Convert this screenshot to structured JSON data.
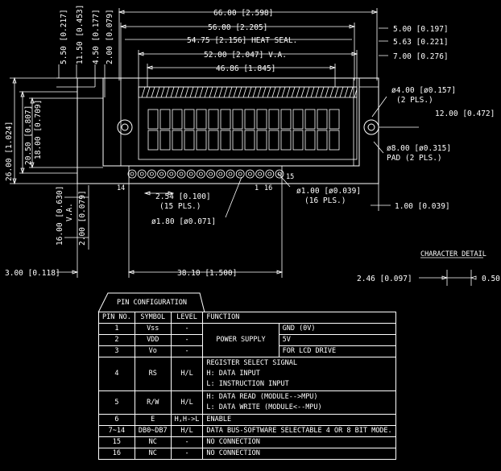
{
  "dims": {
    "overall_width": "66.00 [2.598]",
    "heat_seal_outer": "56.00 [2.205]",
    "heat_seal": "54.75 [2.156] HEAT SEAL.",
    "va_width": "52.00 [2.047] V.A.",
    "aa_width": "46.86 [1.845]",
    "left_550": "5.50 [0.217]",
    "left_1150": "11.50 [0.453]",
    "left_450": "4.50 [0.177]",
    "left_200": "2.00 [0.079]",
    "right_500": "5.00 [0.197]",
    "right_563": "5.63 [0.221]",
    "right_700": "7.00 [0.276]",
    "hole_dia": "ø4.00 [ø0.157]",
    "hole_pls": "(2 PLS.)",
    "right_1200": "12.00 [0.472]",
    "pad_dia": "ø8.00 [ø0.315]",
    "pad_pls": "PAD (2 PLS.)",
    "height_26": "26.00 [1.024]",
    "height_2050": "20.50 [0.807]",
    "height_18": "18.00 [0.709]",
    "pin14": "14",
    "pin1": "1",
    "pin16": "16",
    "pin15": "15",
    "pitch": "2.54 [0.100]",
    "pitch_pls": "(15 PLS.)",
    "pin_hole": "ø1.00 [ø0.039]",
    "pin_hole_pls": "(16 PLS.)",
    "pad_ring": "ø1.80 [ø0.071]",
    "pcb_thk": "1.00 [0.039]",
    "va_height": "16.00 [0.630]",
    "va_label": "V.A.",
    "va_offset": "2.00 [0.079]",
    "pin_start": "3.00 [0.118]",
    "pin_span": "38.10 [1.500]",
    "char_detail": "CHARACTER DETAIL",
    "char_w": "2.46 [0.097]",
    "char_gap": "0.50"
  },
  "pin_table": {
    "caption": "PIN CONFIGURATION",
    "headers": [
      "PIN NO.",
      "SYMBOL",
      "LEVEL",
      "FUNCTION"
    ],
    "rows": [
      {
        "pin": "1",
        "symbol": "Vss",
        "level": "-",
        "func_main": "POWER SUPPLY",
        "func_sub": "GND (0V)"
      },
      {
        "pin": "2",
        "symbol": "VDD",
        "level": "-",
        "func_sub": "5V"
      },
      {
        "pin": "3",
        "symbol": "Vo",
        "level": "-",
        "func_sub": "FOR LCD DRIVE"
      },
      {
        "pin": "4",
        "symbol": "RS",
        "level": "H/L",
        "func_lines": [
          "REGISTER SELECT SIGNAL",
          "H: DATA INPUT",
          "L: INSTRUCTION INPUT"
        ]
      },
      {
        "pin": "5",
        "symbol": "R/W",
        "level": "H/L",
        "func_lines": [
          "H: DATA READ (MODULE-->MPU)",
          "L: DATA WRITE (MODULE<--MPU)"
        ]
      },
      {
        "pin": "6",
        "symbol": "E",
        "level": "H,H->L",
        "func": "ENABLE"
      },
      {
        "pin": "7~14",
        "symbol": "DB0~DB7",
        "level": "H/L",
        "func": "DATA BUS-SOFTWARE SELECTABLE 4 OR 8 BIT MODE."
      },
      {
        "pin": "15",
        "symbol": "NC",
        "level": "-",
        "func": "NO CONNECTION"
      },
      {
        "pin": "16",
        "symbol": "NC",
        "level": "-",
        "func": "NO CONNECTION"
      }
    ]
  }
}
